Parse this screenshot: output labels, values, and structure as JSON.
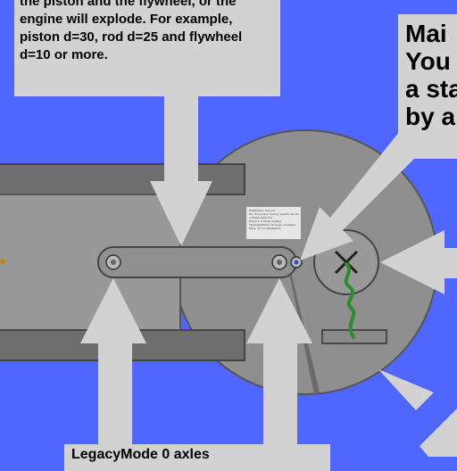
{
  "callouts": {
    "top": "the piston and the flywheel, or the engine will explode. For example, piston d=30, rod d=25 and flywheel d=10 or more.",
    "right_lines": [
      "Mai",
      "You",
      "a sta",
      "by a"
    ],
    "bottom": "LegacyMode 0 axles"
  },
  "mini_note": {
    "lines": [
      "Multiplayer Discord",
      "Too many fast moving objects can be",
      "unstable with the",
      "Physics: 5 times smaller",
      "Flywheel/Motor: stronger available",
      "Moon 15 for satisfaction"
    ]
  },
  "colors": {
    "background": "#4f66ff",
    "callout": "#d2d2d2",
    "body_dark": "#6e6e6e",
    "body_mid": "#999999",
    "wheel": "#8f8f8f",
    "spring": "#2e8b2e"
  },
  "icons": [
    "pivot-icon",
    "hub-x-icon",
    "spring-icon",
    "arrow-icon",
    "sparkle-icon"
  ]
}
